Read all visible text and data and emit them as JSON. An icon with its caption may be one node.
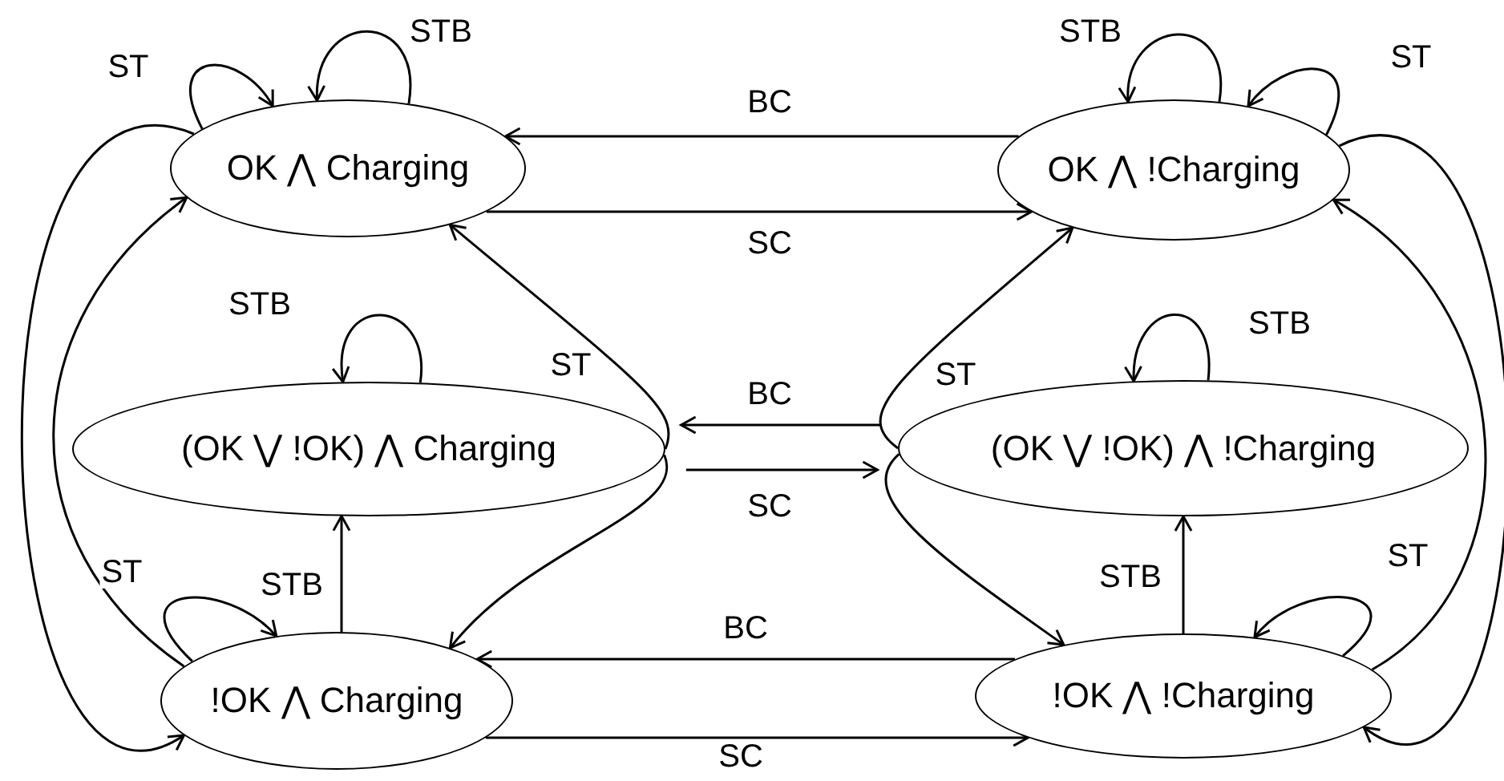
{
  "diagram": {
    "nodes": [
      {
        "text": [
          "OK ⋀ Charging"
        ]
      },
      {
        "text": [
          "OK ⋀ !Charging"
        ]
      },
      {
        "text": [
          "(OK ⋁ !OK) ⋀ Charging"
        ]
      },
      {
        "text": [
          "(OK ⋁ !OK) ⋀ !Charging"
        ]
      },
      {
        "text": [
          "!OK ⋀ Charging"
        ]
      },
      {
        "text": [
          "!OK ⋀ !Charging"
        ]
      }
    ],
    "edges": [
      {
        "from": 1,
        "to": 0,
        "arrow": "to",
        "label": "BC"
      },
      {
        "from": 0,
        "to": 1,
        "arrow": "to",
        "label": "SC"
      },
      {
        "from": 3,
        "to": 2,
        "arrow": "to",
        "label": "BC"
      },
      {
        "from": 2,
        "to": 3,
        "arrow": "to",
        "label": "SC"
      },
      {
        "from": 5,
        "to": 4,
        "arrow": "to",
        "label": "BC"
      },
      {
        "from": 4,
        "to": 5,
        "arrow": "to",
        "label": "SC"
      },
      {
        "from": 0,
        "to": 0,
        "arrow": "to",
        "label": "STB"
      },
      {
        "from": 0,
        "to": 0,
        "arrow": "to",
        "label": "ST"
      },
      {
        "from": 1,
        "to": 1,
        "arrow": "to",
        "label": "STB"
      },
      {
        "from": 1,
        "to": 1,
        "arrow": "to",
        "label": "ST"
      },
      {
        "from": 2,
        "to": 2,
        "arrow": "to",
        "label": "STB"
      },
      {
        "from": 3,
        "to": 3,
        "arrow": "to",
        "label": "STB"
      },
      {
        "from": 4,
        "to": 4,
        "arrow": "to",
        "label": "ST"
      },
      {
        "from": 5,
        "to": 5,
        "arrow": "to",
        "label": "ST"
      },
      {
        "from": 4,
        "to": 2,
        "arrow": "to",
        "label": "STB"
      },
      {
        "from": 5,
        "to": 3,
        "arrow": "to",
        "label": "STB"
      },
      {
        "from": 0,
        "to": 4,
        "arrow": "to"
      },
      {
        "from": 4,
        "to": 0,
        "arrow": "to"
      },
      {
        "from": 1,
        "to": 5,
        "arrow": "to"
      },
      {
        "from": 5,
        "to": 1,
        "arrow": "to"
      },
      {
        "from": 2,
        "to": 0,
        "arrow": "to",
        "label": "ST"
      },
      {
        "from": 2,
        "to": 4,
        "arrow": "to"
      },
      {
        "from": 3,
        "to": 1,
        "arrow": "to",
        "label": "ST"
      },
      {
        "from": 3,
        "to": 5,
        "arrow": "to"
      }
    ]
  }
}
